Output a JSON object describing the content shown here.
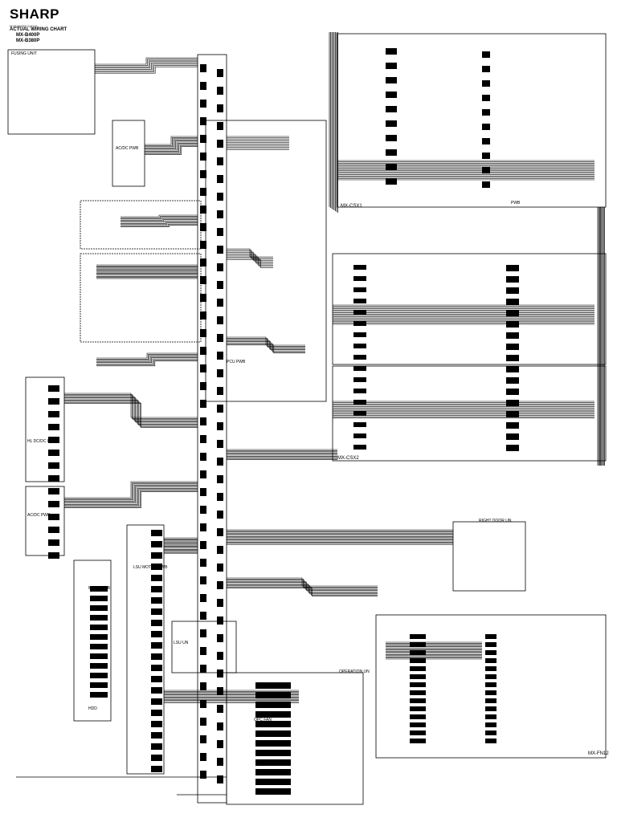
{
  "header": {
    "brand": "SHARP",
    "doc_code": "MXB380B3CWD1E",
    "title": "ACTUAL WIRING CHART",
    "models": [
      "MX-B400P",
      "MX-B380P"
    ]
  },
  "units": {
    "fusing_unit": "FUSING UNIT",
    "acdc_pwb": "AC/DC PWB",
    "hv_dcdc_pwb": "HL DC/DC PWB",
    "ac_dc_pwb_lower": "AC/DC PWB",
    "lsu_unit": "LSU UN",
    "pcu_pwb": "PCU PWB",
    "mfpc_pwb": "MFPC PWB",
    "lsu_motor": "LSU MOTOR PWB",
    "hdd": "HDD",
    "mx_csx1": "MX-CSX1",
    "mx_csx2": "MX-CSX2",
    "mx_fn12": "MX-FN12",
    "operation_unit": "OPERATION UN",
    "right_door_unit": "RIGHT DOOR UN",
    "opc_fan": "OPC FAN",
    "pwb_tag": "PWB"
  }
}
